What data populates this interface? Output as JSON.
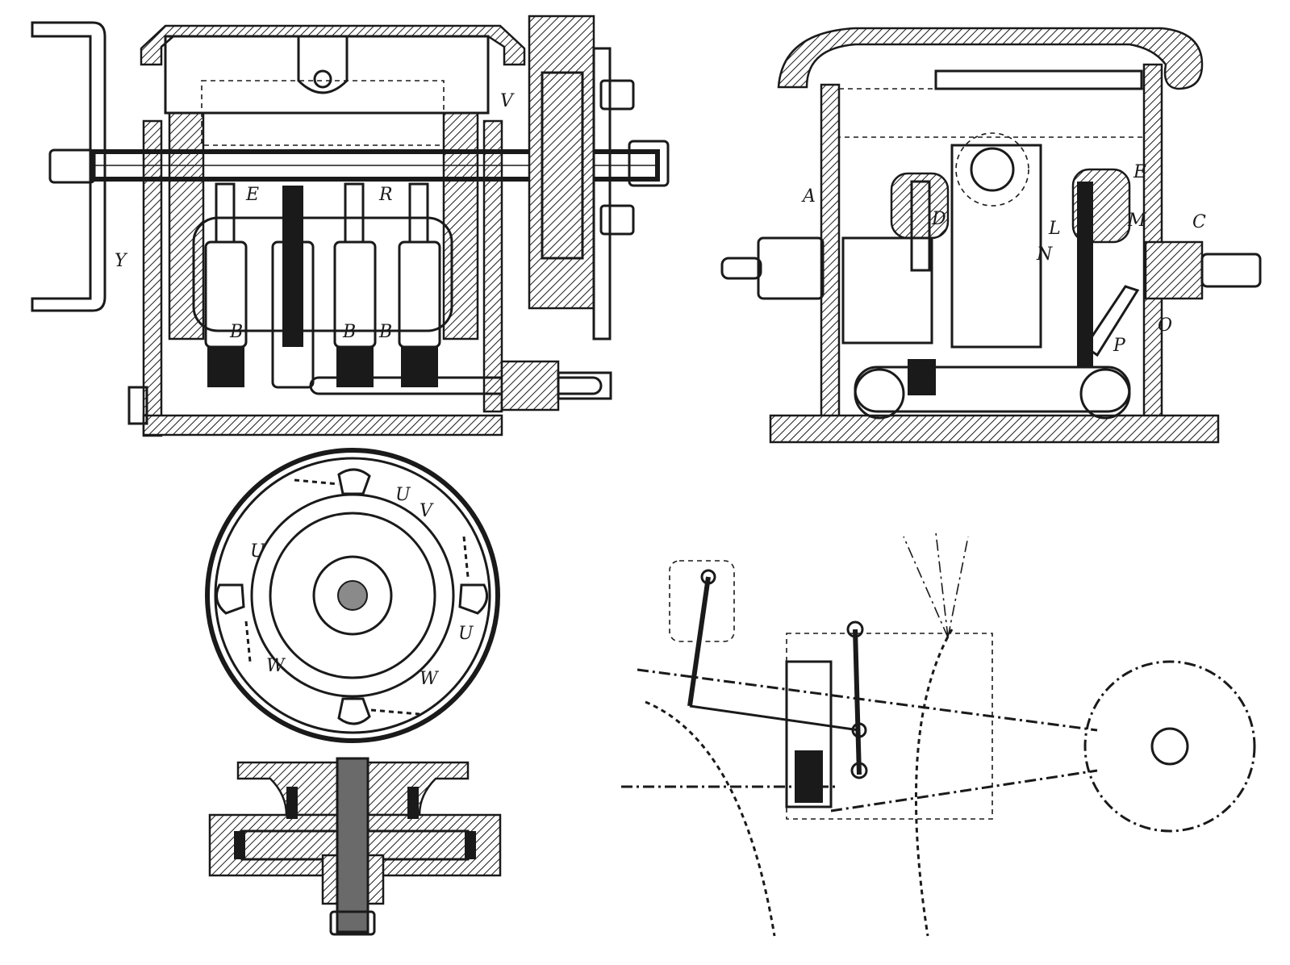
{
  "figure": {
    "ink_color": "#1a1a1a",
    "paper_color": "#ffffff",
    "views": [
      {
        "id": "longitudinal-section",
        "labels": [
          "V",
          "E",
          "R",
          "Y",
          "B",
          "B",
          "B"
        ]
      },
      {
        "id": "cross-section",
        "labels": [
          "A",
          "D",
          "E",
          "L",
          "M",
          "N",
          "C",
          "P",
          "O"
        ]
      },
      {
        "id": "flywheel-face",
        "labels": [
          "U",
          "V",
          "U",
          "U",
          "W",
          "W"
        ]
      },
      {
        "id": "flywheel-section",
        "labels": []
      },
      {
        "id": "linkage-diagram",
        "labels": []
      }
    ]
  }
}
